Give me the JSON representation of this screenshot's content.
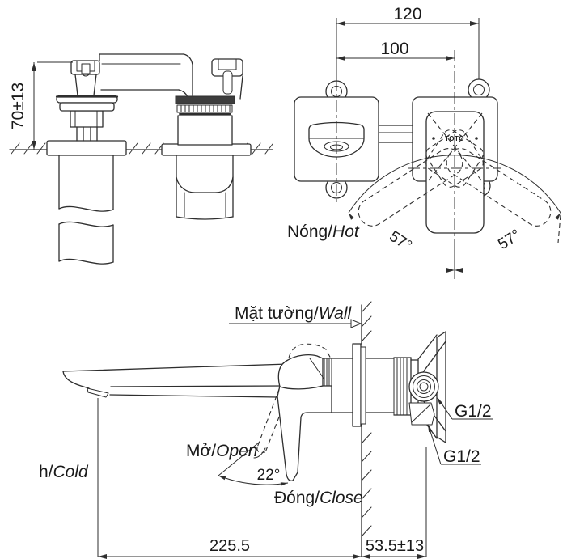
{
  "side_view": {
    "height_dim": "70±13"
  },
  "front_view": {
    "mount_spacing_dim": "120",
    "center_spacing_dim": "100",
    "hot_label_vi": "Nóng/",
    "hot_label_en": "Hot",
    "swing_left_dim": "57°",
    "swing_right_dim": "57°",
    "brand": "TOTO"
  },
  "profile_view": {
    "wall_label_vi": "Mặt tường/",
    "wall_label_en": "Wall",
    "cold_label_vi": "h/",
    "cold_label_en": "Cold",
    "open_label_vi": "Mở/",
    "open_label_en": "Open",
    "open_angle_dim": "22°",
    "close_label_vi": "Đóng/",
    "close_label_en": "Close",
    "thread_top_label": "G1/2",
    "thread_bottom_label": "G1/2",
    "reach_dim": "225.5",
    "wall_offset_dim": "53.5±13"
  },
  "colors": {
    "background": "#ffffff",
    "line": "#2e2e2e",
    "text": "#1a1a1a"
  }
}
